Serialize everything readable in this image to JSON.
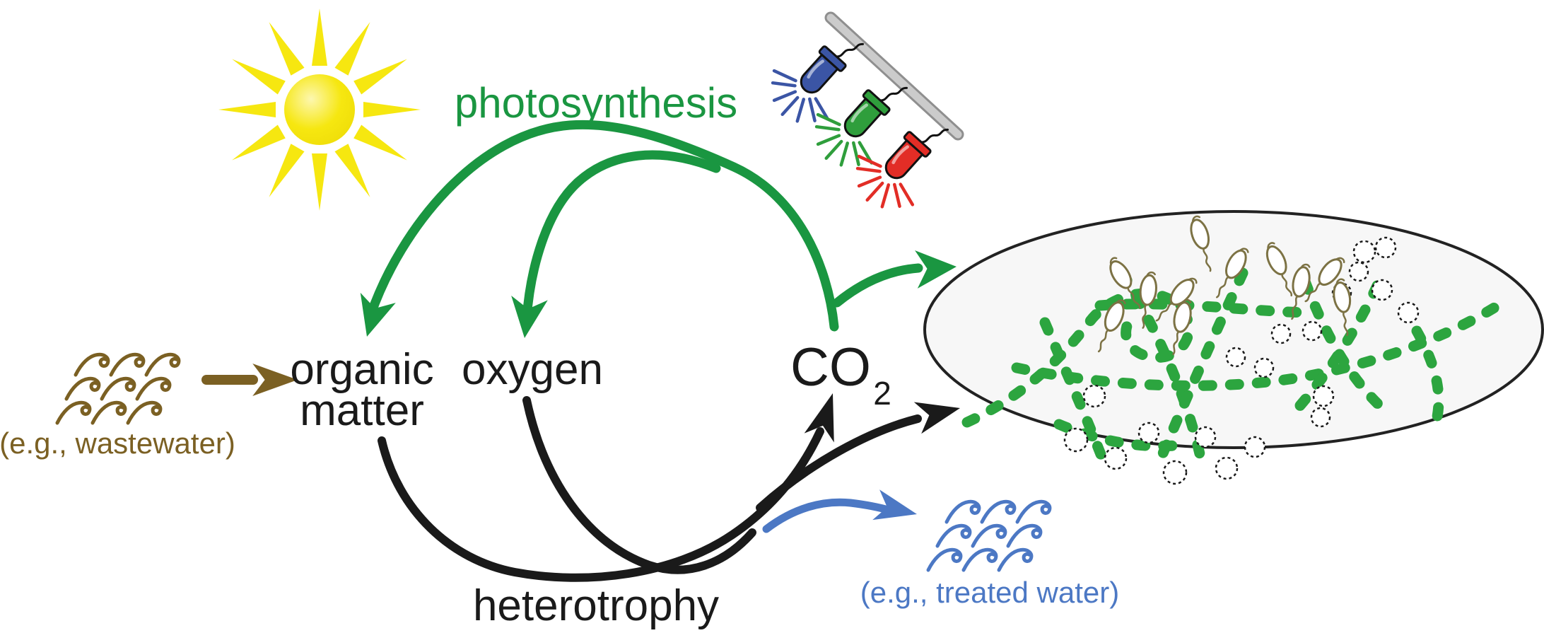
{
  "diagram": {
    "labels": {
      "photosynthesis": "photosynthesis",
      "organic_matter_line1": "organic",
      "organic_matter_line2": "matter",
      "oxygen": "oxygen",
      "co2_base": "CO",
      "co2_sub": "2",
      "heterotrophy": "heterotrophy"
    },
    "captions": {
      "wastewater": "(e.g., wastewater)",
      "treated_water": "(e.g., treated water)"
    },
    "colors": {
      "green_primary": "#1a9641",
      "filament_green": "#2ca53f",
      "black_ink": "#1a1a1a",
      "brown_wastewater": "#7b6023",
      "blue_treated": "#4c78c4",
      "sun_yellow": "#f6e710",
      "sun_highlight": "#fdf7b0",
      "led_blue": "#3b55a5",
      "led_green": "#2f9e3c",
      "led_red": "#e22d26",
      "led_bar": "#cbcbcb",
      "led_bar_edge": "#8f8f8f",
      "ciliate_outline": "#7c7244",
      "ellipse_fill": "#f7f7f7",
      "ellipse_stroke": "#222222"
    },
    "icons": [
      {
        "name": "sun-icon",
        "meaning": "sunlight energy source"
      },
      {
        "name": "led-lights-icon",
        "meaning": "blue, green and red LED lamps on a rail"
      },
      {
        "name": "waves-brown-icon",
        "meaning": "wastewater input stream"
      },
      {
        "name": "waves-blue-icon",
        "meaning": "treated water output stream"
      },
      {
        "name": "microbial-community-icon",
        "meaning": "oval enclosure with green algal filaments, dashed bacterial cells and stalked ciliates"
      }
    ],
    "arrows": [
      {
        "from": "CO2",
        "to": "organic matter",
        "process": "photosynthesis",
        "color": "green"
      },
      {
        "from": "CO2",
        "to": "oxygen",
        "process": "photosynthesis",
        "color": "green"
      },
      {
        "from": "CO2",
        "to": "microbial community",
        "process": "photosynthesis",
        "color": "green"
      },
      {
        "from": "organic matter",
        "to": "CO2",
        "process": "heterotrophy",
        "color": "black"
      },
      {
        "from": "oxygen",
        "to": "CO2",
        "process": "heterotrophy",
        "color": "black"
      },
      {
        "from": "heterotrophy cycle",
        "to": "microbial community",
        "color": "black"
      },
      {
        "from": "wastewater",
        "to": "organic matter",
        "color": "brown"
      },
      {
        "from": "heterotrophy cycle",
        "to": "treated water",
        "color": "blue"
      }
    ]
  }
}
